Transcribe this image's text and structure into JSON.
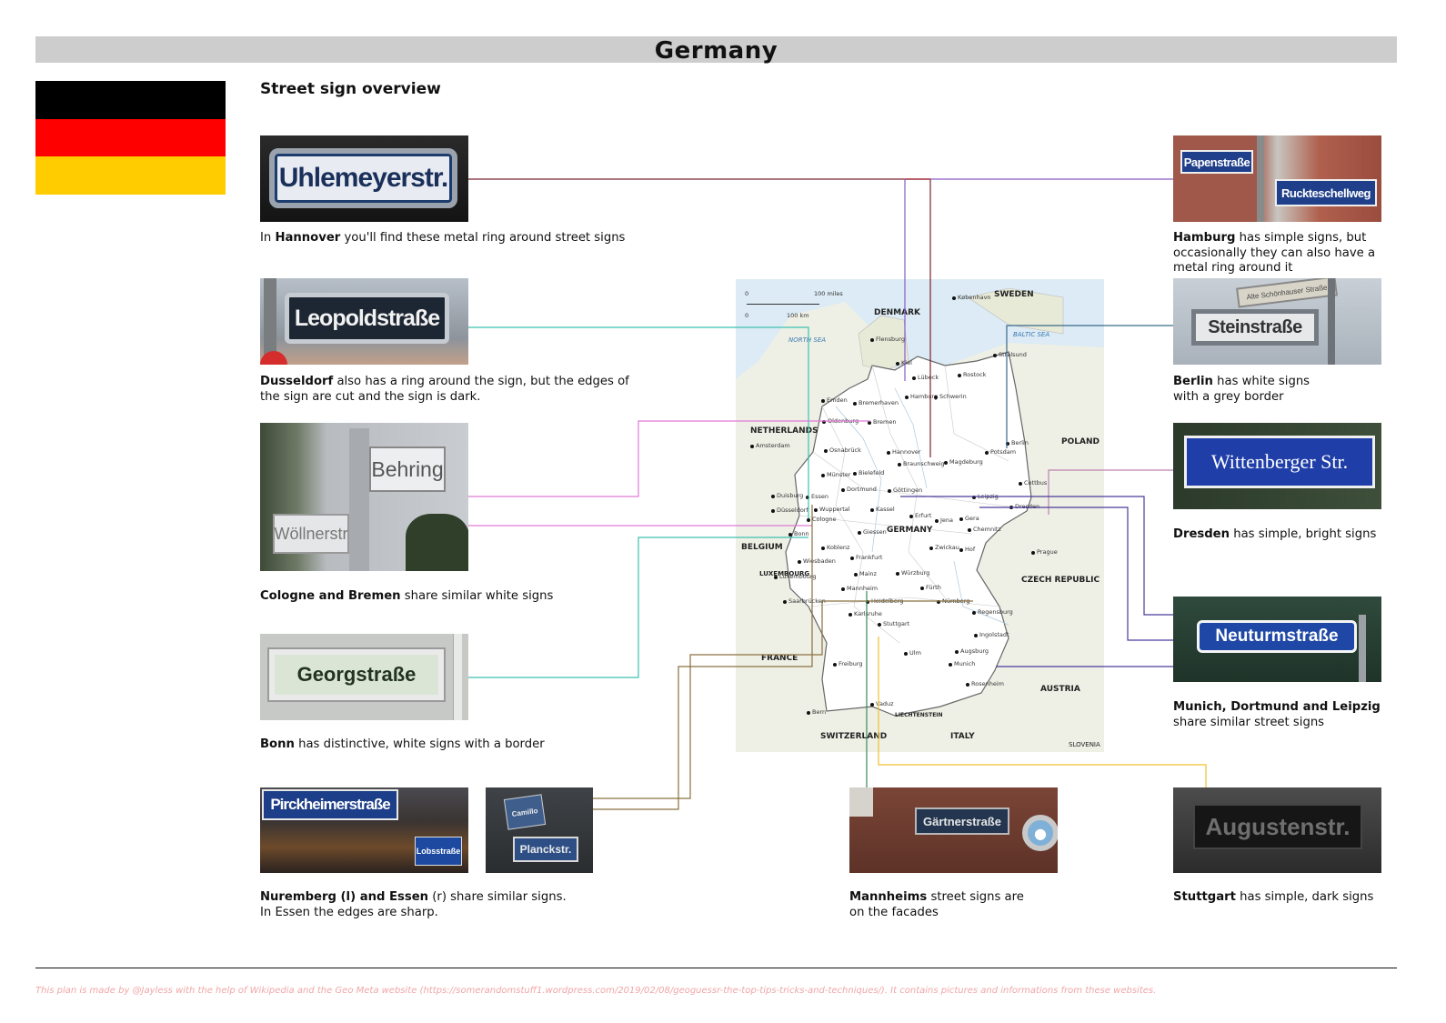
{
  "header": {
    "title": "Germany"
  },
  "subtitle": "Street sign overview",
  "flag": {
    "colors": [
      "#000000",
      "#ff0000",
      "#ffcc00"
    ]
  },
  "signs": {
    "hannover": {
      "text": "Uhlemeyerstr.",
      "caption_bold": "Hannover",
      "caption_pre": "In ",
      "caption_post": " you'll find these metal ring around street signs"
    },
    "dusseldorf": {
      "text": "Leopoldstraße",
      "caption_bold": "Dusseldorf",
      "caption_post": " also has a ring around the sign, but the edges of the sign are cut and the sign is dark."
    },
    "cologne": {
      "text1": "Behring",
      "text2": "Wöllnerstr",
      "caption_bold": "Cologne and Bremen",
      "caption_post": " share similar white signs"
    },
    "bonn": {
      "text": "Georgstraße",
      "caption_bold": "Bonn",
      "caption_post": " has distinctive, white signs with a border"
    },
    "nuremberg": {
      "text1": "Pirckheimerstraße",
      "text2": "Lobsstraße",
      "caption_bold": "Nuremberg (l) and Essen",
      "caption_post": " (r) share similar signs.",
      "caption_line2": "In Essen the edges are sharp."
    },
    "essen": {
      "text1": "Planckstr.",
      "text2": "Camillo"
    },
    "mannheim": {
      "text": "Gärtnerstraße",
      "caption_bold": "Mannheims",
      "caption_post": " street signs are on the facades"
    },
    "stuttgart": {
      "text": "Augustenstr.",
      "caption_bold": "Stuttgart",
      "caption_post": " has simple, dark signs"
    },
    "hamburg": {
      "text1": "Papenstraße",
      "text2": "Ruckteschellweg",
      "caption_bold": "Hamburg",
      "caption_post": " has simple signs, but occasionally they can also have a metal ring around it"
    },
    "berlin": {
      "text1": "Alte Schönhauser Straße",
      "text2": "Steinstraße",
      "caption_bold": "Berlin",
      "caption_post": " has white signs with a grey border"
    },
    "dresden": {
      "text": "Wittenberger Str.",
      "caption_bold": "Dresden",
      "caption_post": " has simple, bright signs"
    },
    "munich": {
      "text": "Neuturmstraße",
      "caption_bold": "Munich, Dortmund and Leipzig",
      "caption_line2": "share similar street signs"
    }
  },
  "map": {
    "countries": [
      "DENMARK",
      "SWEDEN",
      "NETHERLANDS",
      "POLAND",
      "BELGIUM",
      "GERMANY",
      "LUXEMBOURG",
      "CZECH REPUBLIC",
      "FRANCE",
      "AUSTRIA",
      "SWITZERLAND",
      "ITALY",
      "LIECHTENSTEIN",
      "SLOVENIA"
    ],
    "seas": [
      "NORTH SEA",
      "BALTIC SEA"
    ],
    "scale": [
      "0",
      "100 miles",
      "0",
      "100 km"
    ],
    "cities": [
      "København",
      "Flensburg",
      "Kiel",
      "Lübeck",
      "Rostock",
      "Stralsund",
      "Hamburg",
      "Schwerin",
      "Emden",
      "Bremerhaven",
      "Bremen",
      "Oldenburg",
      "Berlin",
      "Potsdam",
      "Amsterdam",
      "Hannover",
      "Braunschweig",
      "Magdeburg",
      "Osnabrück",
      "Münster",
      "Bielefeld",
      "Cottbus",
      "Duisburg",
      "Essen",
      "Dortmund",
      "Düsseldorf",
      "Wuppertal",
      "Cologne",
      "Kassel",
      "Göttingen",
      "Leipzig",
      "Dresden",
      "Bonn",
      "Erfurt",
      "Jena",
      "Gera",
      "Chemnitz",
      "Koblenz",
      "Giessen",
      "Zwickau",
      "Hof",
      "Prague",
      "Wiesbaden",
      "Frankfurt",
      "Mainz",
      "Würzburg",
      "Luxembourg",
      "Mannheim",
      "Fürth",
      "Nürnberg",
      "Saarbrücken",
      "Heidelberg",
      "Karlsruhe",
      "Regensburg",
      "Stuttgart",
      "Ingolstadt",
      "Augsburg",
      "Ulm",
      "Freiburg",
      "Munich",
      "Rosenheim",
      "Vaduz",
      "Bern"
    ]
  },
  "footer": "This plan is made by @Jayless with the help of Wikipedia and the Geo Meta website (https://somerandomstuff1.wordpress.com/2019/02/08/geoguessr-the-top-tips-tricks-and-techniques/). It contains pictures and informations from these websites."
}
